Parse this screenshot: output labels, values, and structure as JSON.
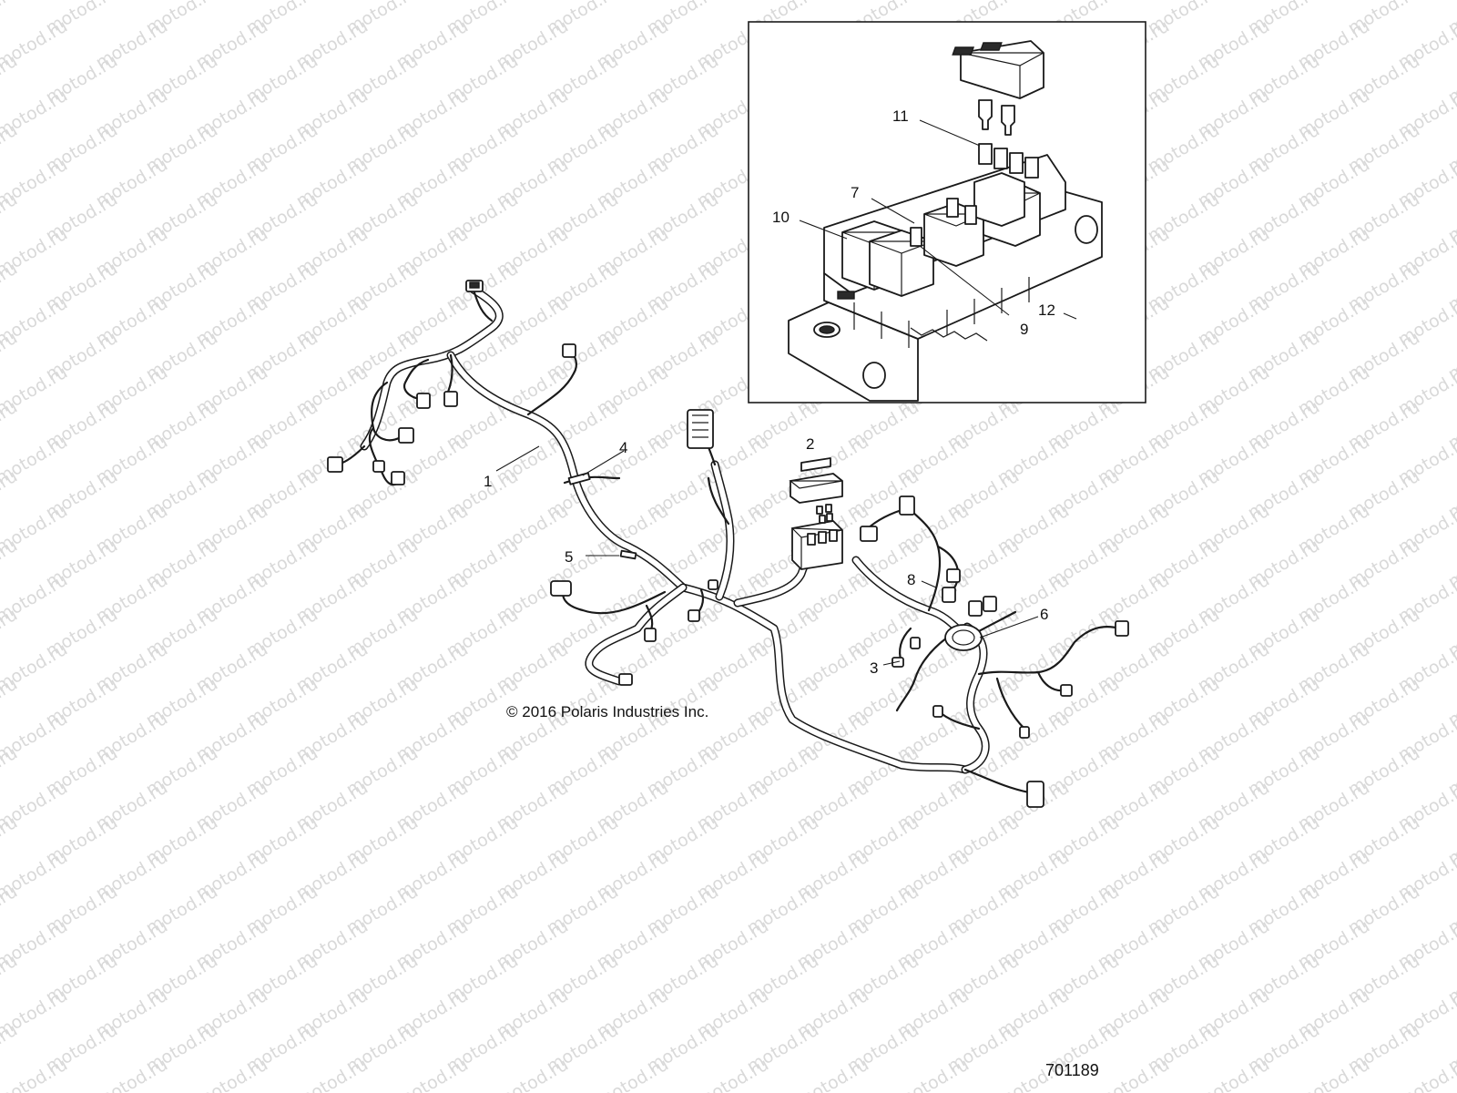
{
  "diagram": {
    "copyright": "© 2016 Polaris Industries Inc.",
    "drawing_number": "701189",
    "watermark": "motod.ru",
    "callouts": [
      {
        "id": "1",
        "label": "1"
      },
      {
        "id": "2",
        "label": "2"
      },
      {
        "id": "3",
        "label": "3"
      },
      {
        "id": "4",
        "label": "4"
      },
      {
        "id": "5",
        "label": "5"
      },
      {
        "id": "6",
        "label": "6"
      },
      {
        "id": "7",
        "label": "7"
      },
      {
        "id": "8",
        "label": "8"
      },
      {
        "id": "9",
        "label": "9"
      },
      {
        "id": "10",
        "label": "10"
      },
      {
        "id": "11",
        "label": "11"
      },
      {
        "id": "12",
        "label": "12"
      }
    ]
  }
}
